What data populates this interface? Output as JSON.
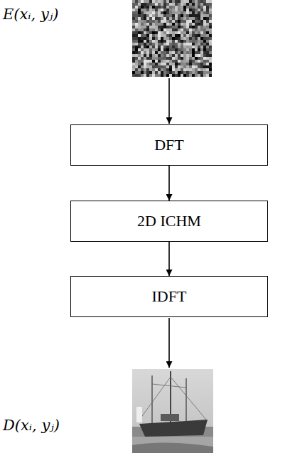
{
  "diagram": {
    "nodes": [
      {
        "text": [
          "DFT"
        ]
      },
      {
        "text": [
          "2D ICHM"
        ]
      },
      {
        "text": [
          "IDFT"
        ]
      }
    ],
    "edges": [
      {
        "from": 0,
        "to": 1,
        "arrow": "to"
      },
      {
        "from": 1,
        "to": 2,
        "arrow": "to"
      }
    ],
    "labels": [
      "E(xᵢ, yⱼ)",
      "D(xᵢ, yⱼ)"
    ]
  }
}
